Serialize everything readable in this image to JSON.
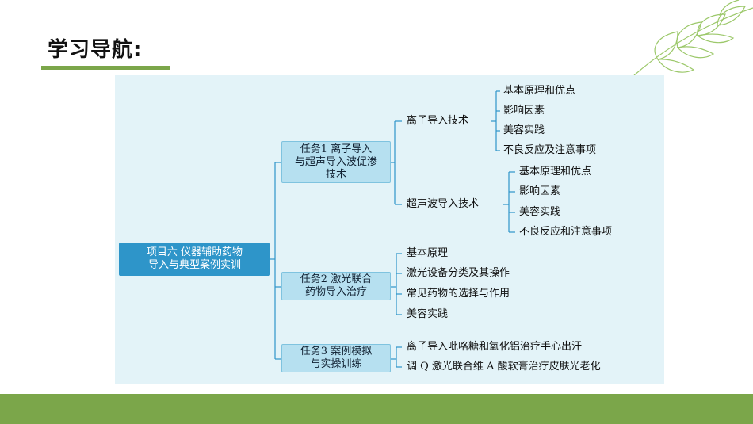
{
  "header": {
    "title": "学习导航:"
  },
  "colors": {
    "accent_green": "#7ba64a",
    "root_blue": "#2e95c9",
    "box_blue": "#b6e0f0",
    "panel_bg": "#e3f3f8",
    "line": "#2e95c9"
  },
  "mindmap": {
    "root": {
      "line1": "项目六   仪器辅助药物",
      "line2": "导入与典型案例实训"
    },
    "task1": {
      "line1": "任务1   离子导入",
      "line2": "与超声导入波促渗",
      "line3": "技术",
      "branch_a": {
        "label": "离子导入技术",
        "leaves": [
          "基本原理和优点",
          "影响因素",
          "美容实践",
          "不良反应及注意事项"
        ]
      },
      "branch_b": {
        "label": "超声波导入技术",
        "leaves": [
          "基本原理和优点",
          "影响因素",
          "美容实践",
          "不良反应和注意事项"
        ]
      }
    },
    "task2": {
      "line1": "任务2   激光联合",
      "line2": "药物导入治疗",
      "leaves": [
        "基本原理",
        "激光设备分类及其操作",
        "常见药物的选择与作用",
        "美容实践"
      ]
    },
    "task3": {
      "line1": "任务3   案例模拟",
      "line2": "与实操训练",
      "leaves": [
        "离子导入吡咯糖和氧化铝治疗手心出汗",
        "调 Q 激光联合维 A 酸软膏治疗皮肤光老化"
      ]
    }
  }
}
